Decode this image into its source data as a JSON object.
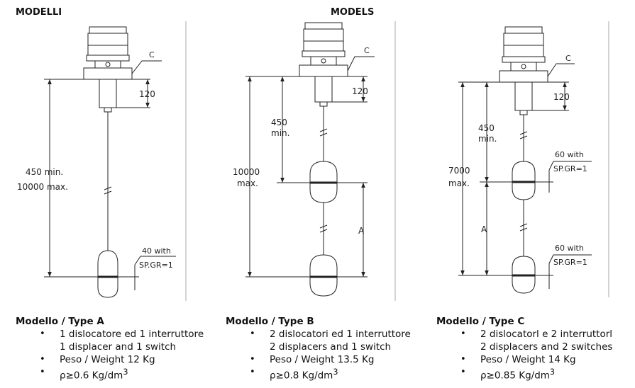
{
  "header": {
    "left": "MODELLI",
    "center": "MODELS"
  },
  "drawings": {
    "a": {
      "flange_label": "C",
      "dim_top": "120",
      "length_line1": "450 min.",
      "length_line2": "10000 max.",
      "note_line1": "40 with",
      "note_line2": "SP.GR=1"
    },
    "b": {
      "flange_label": "C",
      "dim_top": "120",
      "min_line1": "450",
      "min_line2": "min.",
      "length_line1": "10000",
      "length_line2": "max.",
      "spacing_label": "A"
    },
    "c": {
      "flange_label": "C",
      "dim_top": "120",
      "min_line1": "450",
      "min_line2": "min.",
      "length_line1": "7000",
      "length_line2": "max.",
      "spacing_label": "A",
      "note1_line1": "60 with",
      "note1_line2": "SP.GR=1",
      "note2_line1": "60 with",
      "note2_line2": "SP.GR=1"
    }
  },
  "types": {
    "a": {
      "title": "Modello / Type A",
      "desc_it": "1 dislocatore ed 1 interruttore",
      "desc_en": "1 displacer and 1 switch",
      "weight": "Peso / Weight 12 Kg",
      "density": "ρ≥0.6 Kg/dm",
      "density_sup": "3"
    },
    "b": {
      "title": "Modello / Type B",
      "desc_it": "2 dislocatori ed 1 interruttore",
      "desc_en": "2 displacers and 1 switch",
      "weight": "Peso / Weight 13.5 Kg",
      "density": "ρ≥0.8 Kg/dm",
      "density_sup": "3"
    },
    "c": {
      "title": "Modello / Type C",
      "desc_it": "2 dislocatorl e 2 interruttorl",
      "desc_en": "2 displacers and 2 switches",
      "weight": "Peso / Weight 14 Kg",
      "density": "ρ≥0.85 Kg/dm",
      "density_sup": "3"
    }
  }
}
